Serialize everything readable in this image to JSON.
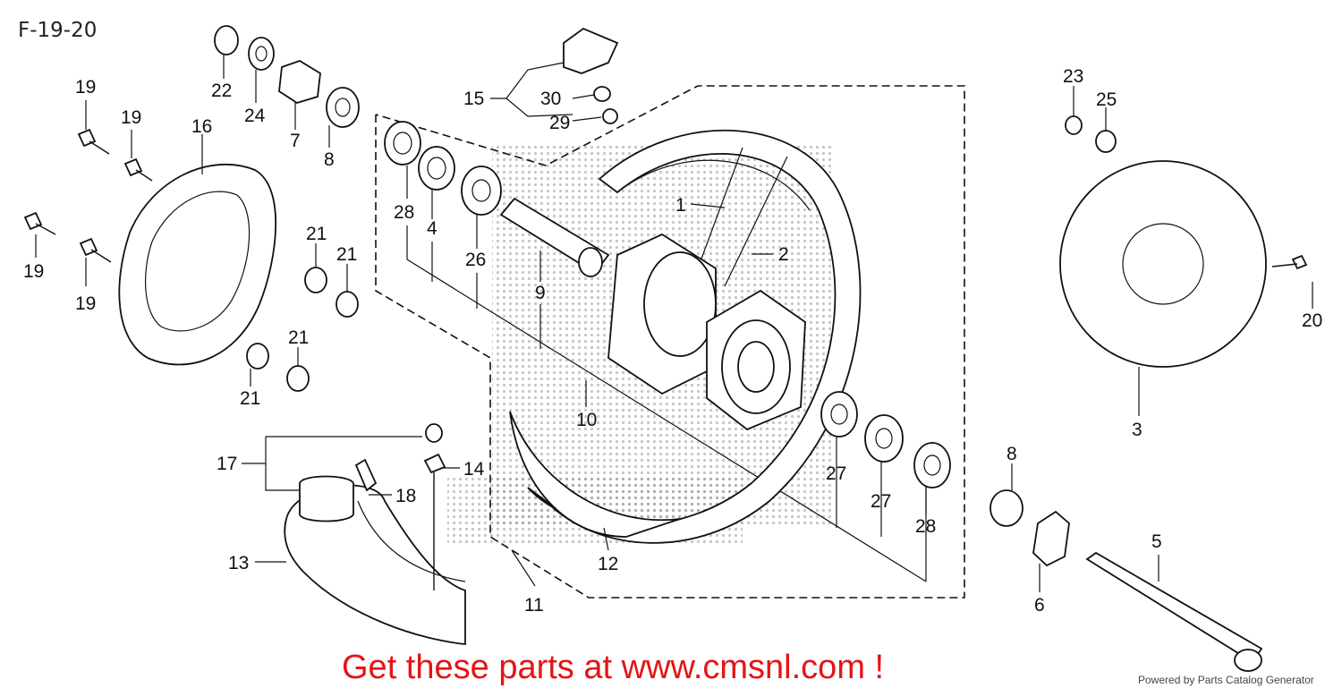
{
  "diagram": {
    "title": "F-19-20",
    "promo": "Get these parts at www.cmsnl.com !",
    "credit": "Powered by Parts Catalog Generator",
    "callouts": {
      "c1": "1",
      "c2": "2",
      "c3": "3",
      "c4": "4",
      "c5": "5",
      "c6": "6",
      "c7": "7",
      "c8a": "8",
      "c8b": "8",
      "c9": "9",
      "c10": "10",
      "c11": "11",
      "c12": "12",
      "c13": "13",
      "c14": "14",
      "c15": "15",
      "c16": "16",
      "c17": "17",
      "c18": "18",
      "c19a": "19",
      "c19b": "19",
      "c19c": "19",
      "c19d": "19",
      "c20": "20",
      "c21a": "21",
      "c21b": "21",
      "c21c": "21",
      "c21d": "21",
      "c22": "22",
      "c23": "23",
      "c24": "24",
      "c25": "25",
      "c26": "26",
      "c27a": "27",
      "c27b": "27",
      "c28a": "28",
      "c28b": "28",
      "c29": "29",
      "c30": "30"
    }
  }
}
